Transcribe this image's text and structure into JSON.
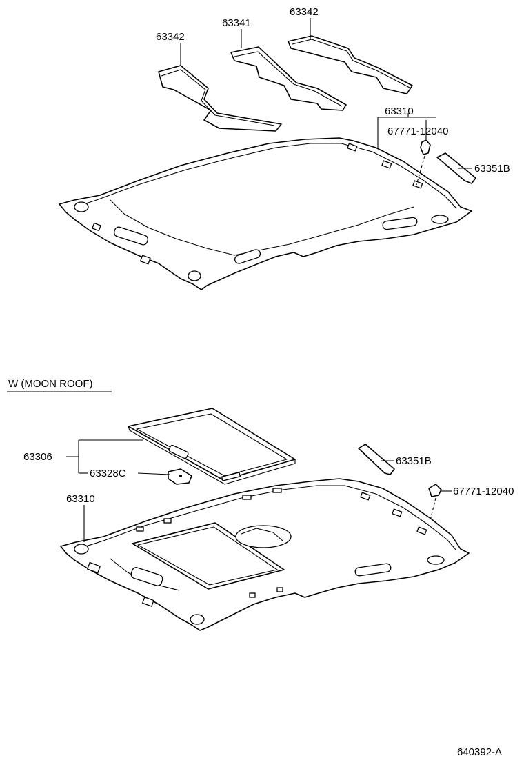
{
  "top_section": {
    "labels": {
      "pad_left": "63342",
      "pad_center": "63341",
      "pad_right": "63342",
      "headlining": "63310",
      "clip": "67771-12040",
      "visor_holder": "63351B"
    }
  },
  "moonroof_section": {
    "title": "W (MOON ROOF)",
    "labels": {
      "sunshade_assy": "63306",
      "sunshade_knob": "63328C",
      "headlining": "63310",
      "visor_holder": "63351B",
      "clip": "67771-12040"
    }
  },
  "footer": {
    "diagram_code": "640392-A"
  }
}
